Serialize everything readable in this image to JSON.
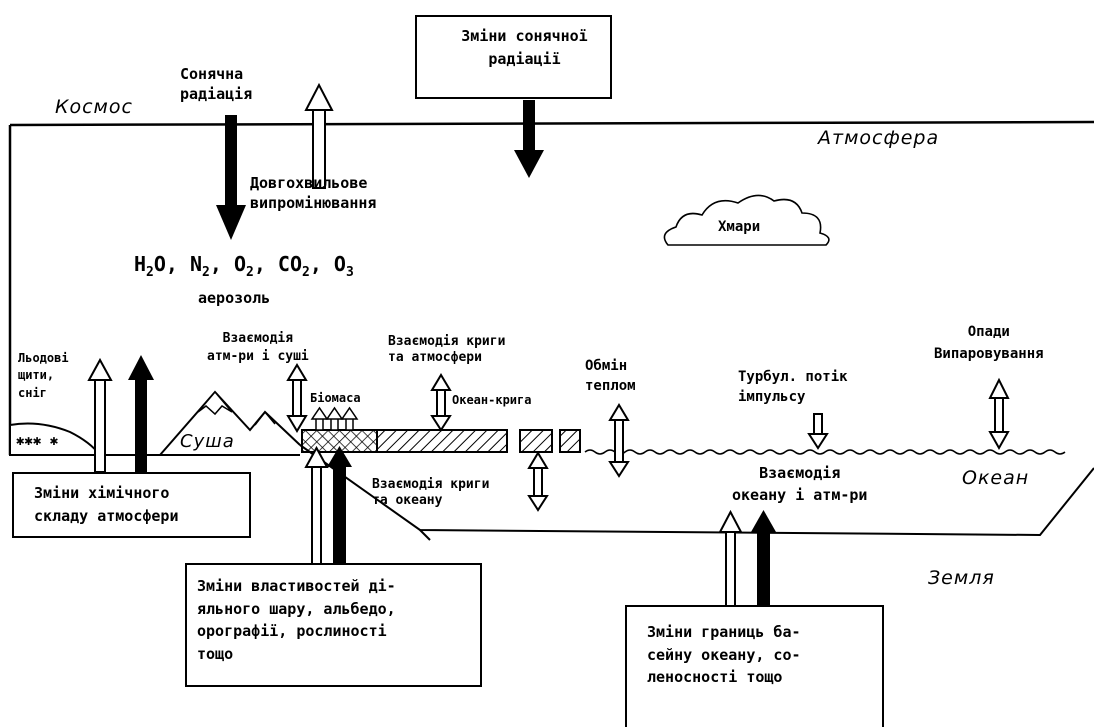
{
  "regions": {
    "space": "Космос",
    "atmosphere": "Атмосфера",
    "land": "Суша",
    "ocean": "Океан",
    "earth": "Земля",
    "clouds": "Хмари"
  },
  "labels": {
    "solar_radiation": "Сонячна\nрадіація",
    "longwave": "Довгохвильове\nвипромінювання",
    "composition_gases": [
      "H",
      "2",
      "O, N",
      "2",
      ", O",
      "2",
      ", CO",
      "2",
      ", O",
      "3"
    ],
    "aerosol": "аерозоль",
    "ice_sheets": "Льодові\nщити,\nсніг",
    "atm_land": "Взаємодія\nатм-ри і суші",
    "biomass": "Біомаса",
    "ice_atm": "Взаємодія криги\nта атмосфери",
    "ocean_ice": "Океан-крига",
    "heat_exchange": "Обмін\nтеплом",
    "turbulent": "Турбул. потік\nімпульсу",
    "precip": "Опади\nВипаровування",
    "ice_ocean": "Взаємодія криги\nта океану",
    "ocean_atm": "Взаємодія\nокеану і атм-ри"
  },
  "boxes": {
    "solar_change": "Зміни сонячної\nрадіації",
    "chem_change": "Зміни хімічного\nскладу атмосфери",
    "surface_change": "Зміни властивостей ді-\nяльного шару, альбедо,\nорографії, рослиності\nтощо",
    "ocean_change": "Зміни границь ба-\nсейну океану, со-\nленосності тощо"
  }
}
